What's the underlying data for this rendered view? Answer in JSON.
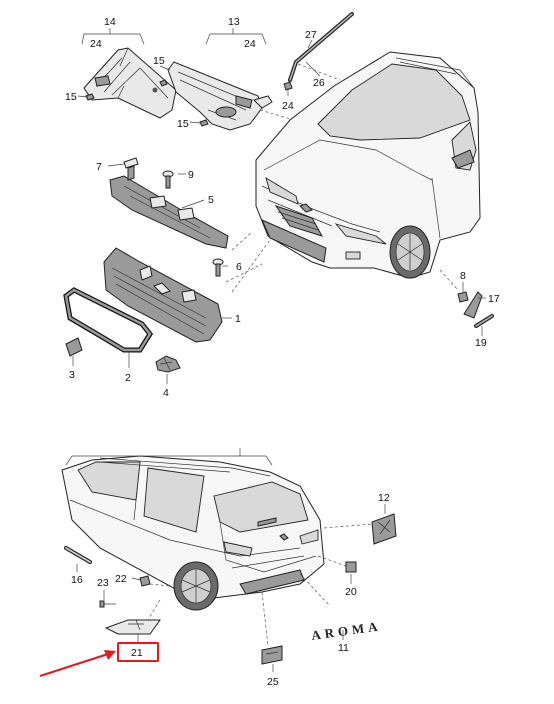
{
  "callouts": {
    "c1": "1",
    "c2": "2",
    "c3": "3",
    "c4": "4",
    "c5": "5",
    "c6": "6",
    "c7": "7",
    "c8": "8",
    "c9": "9",
    "c11": "11",
    "c12": "12",
    "c13": "13",
    "c14": "14",
    "c15a": "15",
    "c15b": "15",
    "c15c": "15",
    "c16": "16",
    "c17": "17",
    "c19": "19",
    "c20": "20",
    "c21": "21",
    "c22": "22",
    "c23": "23",
    "c24a": "24",
    "c24b": "24",
    "c24c": "24",
    "c25": "25",
    "c26": "26",
    "c27": "27"
  },
  "emblem_lettering": "AROMA",
  "highlight": {
    "target": "21",
    "color": "#e8191c"
  }
}
